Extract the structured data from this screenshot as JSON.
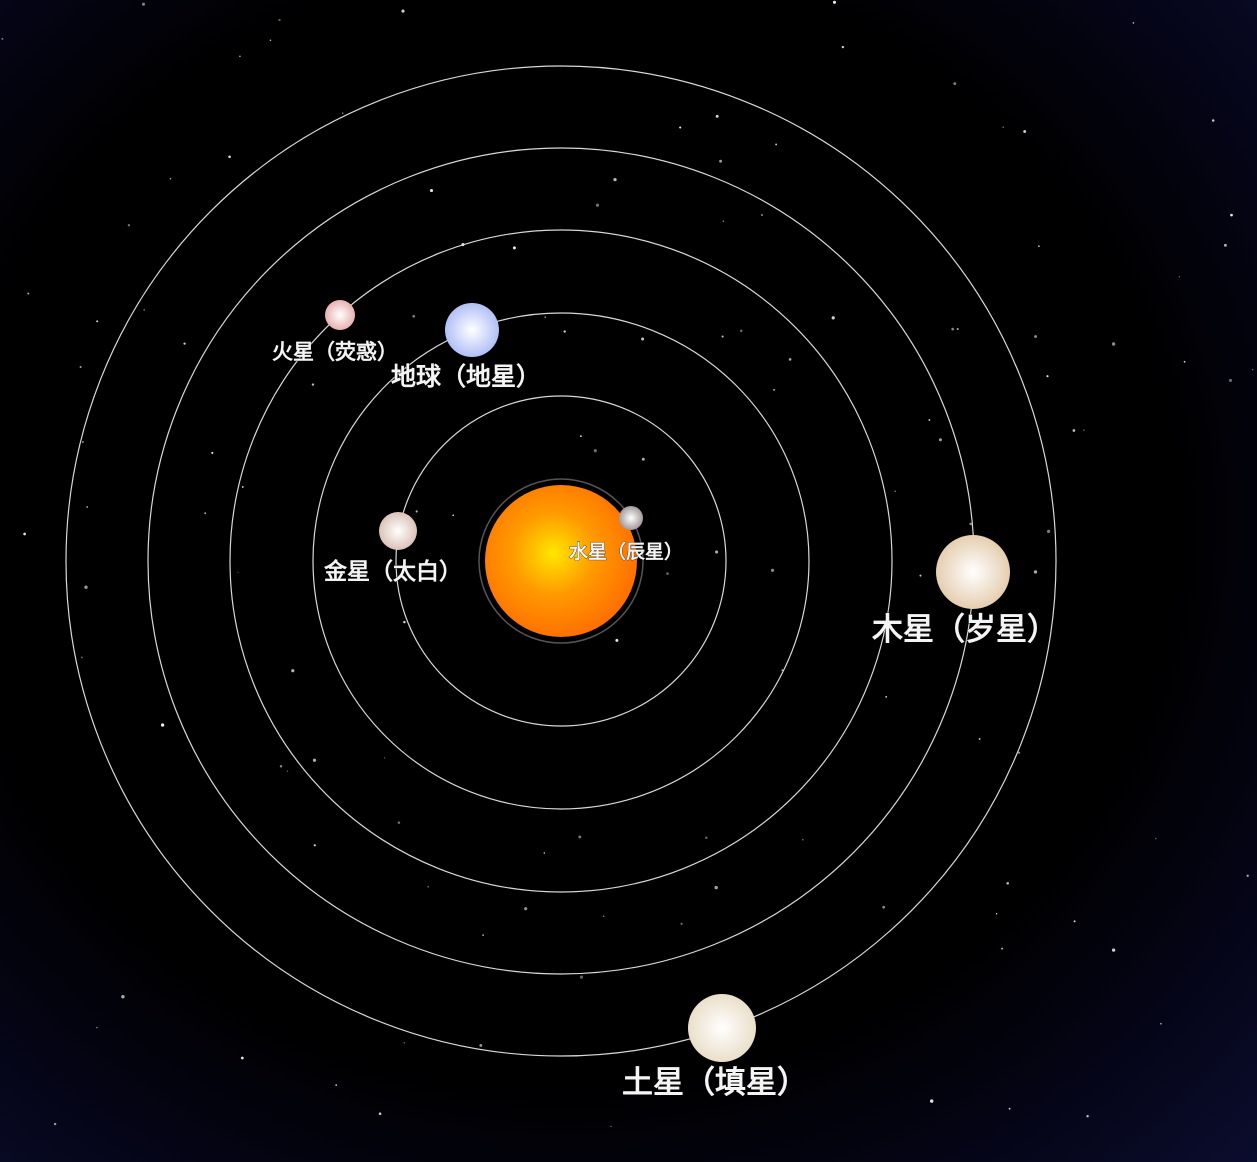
{
  "diagram": {
    "type": "solar-system-orbits",
    "background_color": "#000000",
    "orbit_color": "#d8d8d8",
    "sun": {
      "name": "sun",
      "colors": [
        "#ffe600",
        "#ff9a00",
        "#ff6a00"
      ]
    },
    "planets": [
      {
        "id": "mercury",
        "label": "水星（辰星）",
        "colors": [
          "#ffffff",
          "#9a9090"
        ]
      },
      {
        "id": "venus",
        "label": "金星（太白）",
        "colors": [
          "#ffffff",
          "#d8bcb0"
        ]
      },
      {
        "id": "earth",
        "label": "地球（地星）",
        "colors": [
          "#ffffff",
          "#a9b9f5"
        ]
      },
      {
        "id": "mars",
        "label": "火星（荧惑）",
        "colors": [
          "#ffffff",
          "#e6a9a9"
        ]
      },
      {
        "id": "jupiter",
        "label": "木星（岁星）",
        "colors": [
          "#ffffff",
          "#e3c9a8"
        ]
      },
      {
        "id": "saturn",
        "label": "土星（填星）",
        "colors": [
          "#ffffff",
          "#e8dcc4"
        ]
      }
    ]
  }
}
